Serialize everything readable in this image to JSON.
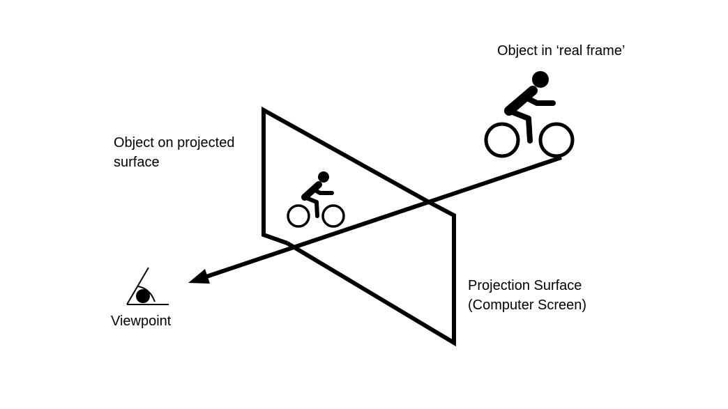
{
  "labels": {
    "real_object": "Object in ‘real frame’",
    "projected_object": [
      "Object on projected",
      "surface"
    ],
    "projection_surface": [
      "Projection Surface",
      "(Computer Screen)"
    ],
    "viewpoint": "Viewpoint"
  },
  "icons": {
    "real_object": "cyclist-icon",
    "projected_object": "cyclist-icon",
    "viewpoint": "eye-icon",
    "ray": "arrow"
  },
  "colors": {
    "stroke": "#000000",
    "background": "#ffffff"
  }
}
